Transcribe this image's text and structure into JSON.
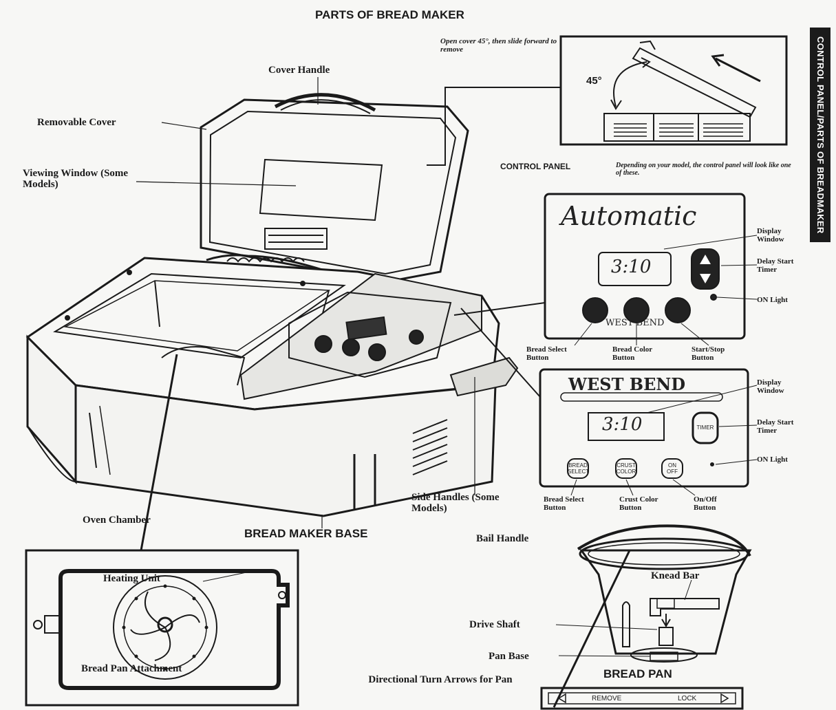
{
  "title": "PARTS OF BREAD MAKER",
  "side_tab": "CONTROL PANEL/PARTS OF BREADMAKER",
  "cover_note": "Open cover 45°, then slide forward to remove",
  "angle_label": "45°",
  "control_panel": {
    "heading": "CONTROL PANEL",
    "note": "Depending on your model, the control panel will look like one of these."
  },
  "panel_a": {
    "brand": "Automatic",
    "maker": "WEST BEND",
    "display": "3:10",
    "display_window": "Display Window",
    "delay_timer": "Delay Start Timer",
    "on_light": "ON Light",
    "bread_select": "Bread Select Button",
    "bread_color": "Bread Color Button",
    "start_stop": "Start/Stop Button"
  },
  "panel_b": {
    "brand": "WEST BEND",
    "display": "3:10",
    "display_window": "Display Window",
    "delay_timer": "Delay Start Timer",
    "on_light": "ON Light",
    "bread_select": "Bread Select Button",
    "crust_color": "Crust Color Button",
    "on_off": "On/Off Button",
    "btn1": "BREAD SELECT",
    "btn2": "CRUST COLOR",
    "btn3": "ON OFF",
    "timer_btn": "TIMER"
  },
  "labels": {
    "cover_handle": "Cover Handle",
    "removable_cover": "Removable Cover",
    "viewing_window": "Viewing Window (Some Models)",
    "oven_chamber": "Oven Chamber",
    "base": "BREAD MAKER BASE",
    "side_handles": "Side Handles (Some Models)",
    "heating_unit": "Heating Unit",
    "pan_attachment": "Bread Pan Attachment",
    "bail_handle": "Bail Handle",
    "knead_bar": "Knead Bar",
    "drive_shaft": "Drive Shaft",
    "pan_base": "Pan Base",
    "bread_pan": "BREAD PAN",
    "turn_arrows": "Directional Turn Arrows for Pan",
    "remove": "REMOVE",
    "lock": "LOCK"
  }
}
